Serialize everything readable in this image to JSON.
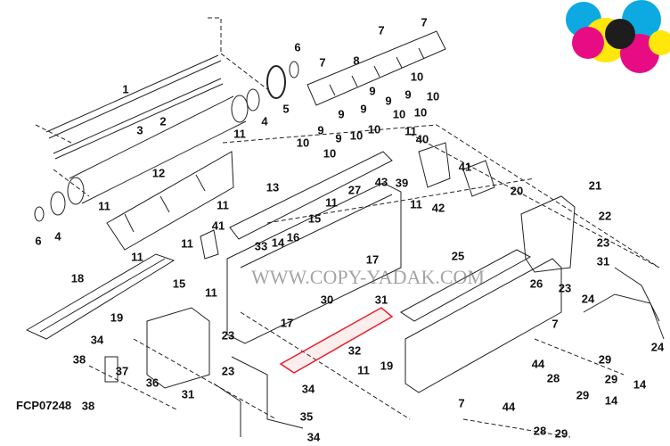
{
  "diagram_code": "FCP07248",
  "watermark": "WWW.COPY-YADAK.COM",
  "callouts": [
    "1",
    "2",
    "3",
    "4",
    "5",
    "6",
    "6",
    "4",
    "7",
    "7",
    "7",
    "8",
    "9",
    "9",
    "9",
    "9",
    "9",
    "9",
    "9",
    "10",
    "10",
    "10",
    "10",
    "10",
    "10",
    "10",
    "10",
    "11",
    "11",
    "11",
    "11",
    "11",
    "11",
    "11",
    "11",
    "11",
    "12",
    "13",
    "14",
    "14",
    "14",
    "15",
    "15",
    "16",
    "17",
    "17",
    "18",
    "19",
    "19",
    "20",
    "21",
    "22",
    "23",
    "23",
    "23",
    "23",
    "24",
    "24",
    "25",
    "26",
    "27",
    "28",
    "28",
    "29",
    "29",
    "29",
    "29",
    "30",
    "31",
    "31",
    "31",
    "32",
    "33",
    "34",
    "34",
    "34",
    "35",
    "36",
    "37",
    "38",
    "38",
    "39",
    "40",
    "41",
    "41",
    "42",
    "43",
    "44",
    "44",
    "7",
    "7",
    "11"
  ],
  "colors": {
    "highlight": "#e8202a",
    "cyan": "#00a6e0",
    "magenta": "#e6007e",
    "yellow": "#ffe600",
    "black": "#111111"
  }
}
